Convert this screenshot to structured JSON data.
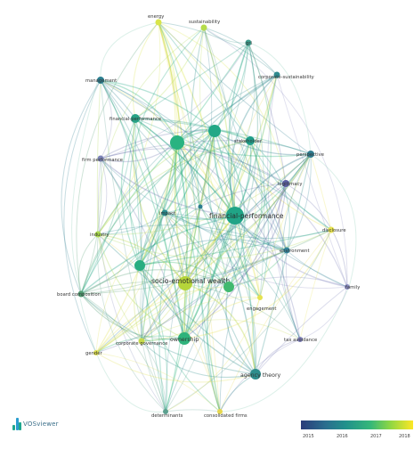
{
  "network": {
    "labels": {
      "n1": "energy",
      "n2": "sustainability",
      "n3": "gri",
      "n4": "corporate-sustainability",
      "n5": "management",
      "n6": "financial-performance",
      "n7": "",
      "n8": "",
      "n9": "stakeholder",
      "n10": "firm performance",
      "n11": "perspective",
      "n12": "legitimacy",
      "n13": "impact",
      "n14": "",
      "n15": "financial-performance",
      "n16": "disclosure",
      "n17": "industry",
      "n18": "environment",
      "n19": "",
      "n20": "socio-emotional wealth",
      "n21": "",
      "n22": "board composition",
      "n23": "engagement",
      "n24": "family",
      "n25": "corporate governance",
      "n26": "ownership",
      "n27": "gender",
      "n28": "tax avoidance",
      "n29": "agency theory",
      "n30": "determinants",
      "n31": "consolidated firms"
    }
  },
  "branding": {
    "logo_text": "VOSviewer"
  },
  "legend": {
    "ticks": [
      "2015",
      "2016",
      "2017",
      "2018"
    ],
    "colors": [
      "#2b3c7a",
      "#2a6e8e",
      "#21918c",
      "#35b779",
      "#90d743",
      "#fde725"
    ]
  }
}
